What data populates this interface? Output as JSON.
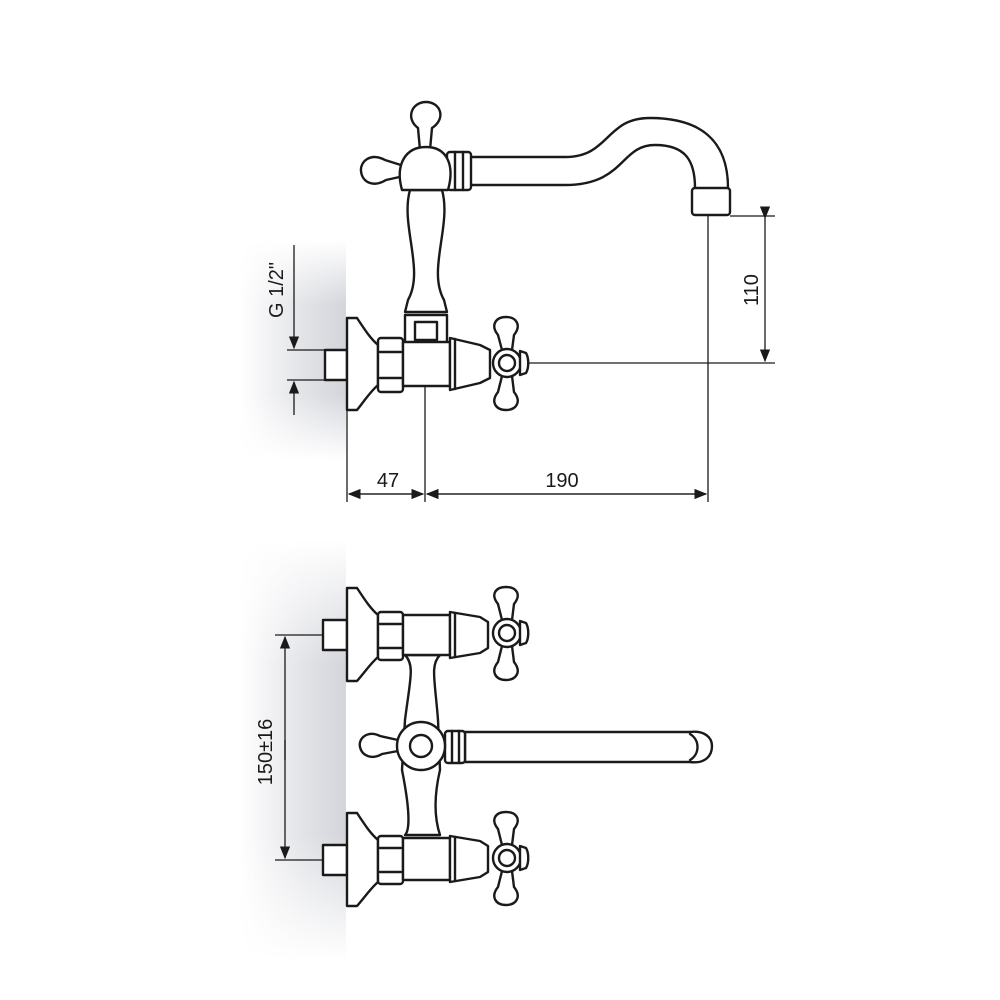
{
  "drawing": {
    "title": "Wall-mounted faucet technical drawing",
    "dimensions": {
      "thread": "G 1/2\"",
      "spout_height": "110",
      "wall_to_axis": "47",
      "spout_reach": "190",
      "inlet_spacing": "150±16"
    },
    "colors": {
      "line": "#1a1a1a",
      "wall_shade": "#d6d8de",
      "background": "#ffffff"
    }
  }
}
